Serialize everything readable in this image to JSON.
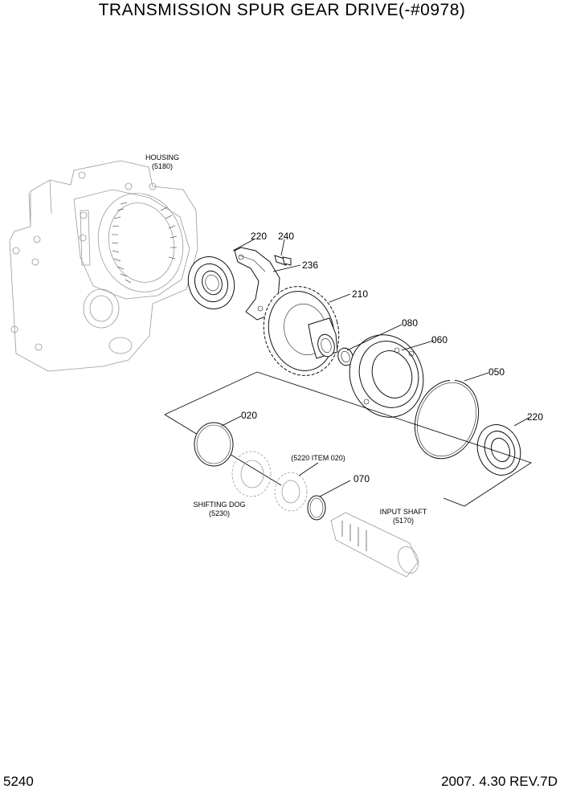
{
  "title": "TRANSMISSION SPUR GEAR DRIVE(-#0978)",
  "page_number": "5240",
  "revision": "2007. 4.30  REV.7D",
  "reference_parts": {
    "housing": {
      "name": "HOUSING",
      "ref": "(5180)"
    },
    "shifting_dog": {
      "name": "SHIFTING DOG",
      "ref": "(5230)"
    },
    "input_shaft": {
      "name": "INPUT SHAFT",
      "ref": "(5170)"
    },
    "item_ref": "(5220 ITEM 020)"
  },
  "callouts": {
    "c220a": "220",
    "c240": "240",
    "c236": "236",
    "c210": "210",
    "c080": "080",
    "c060": "060",
    "c050": "050",
    "c220b": "220",
    "c020": "020",
    "c070": "070"
  }
}
